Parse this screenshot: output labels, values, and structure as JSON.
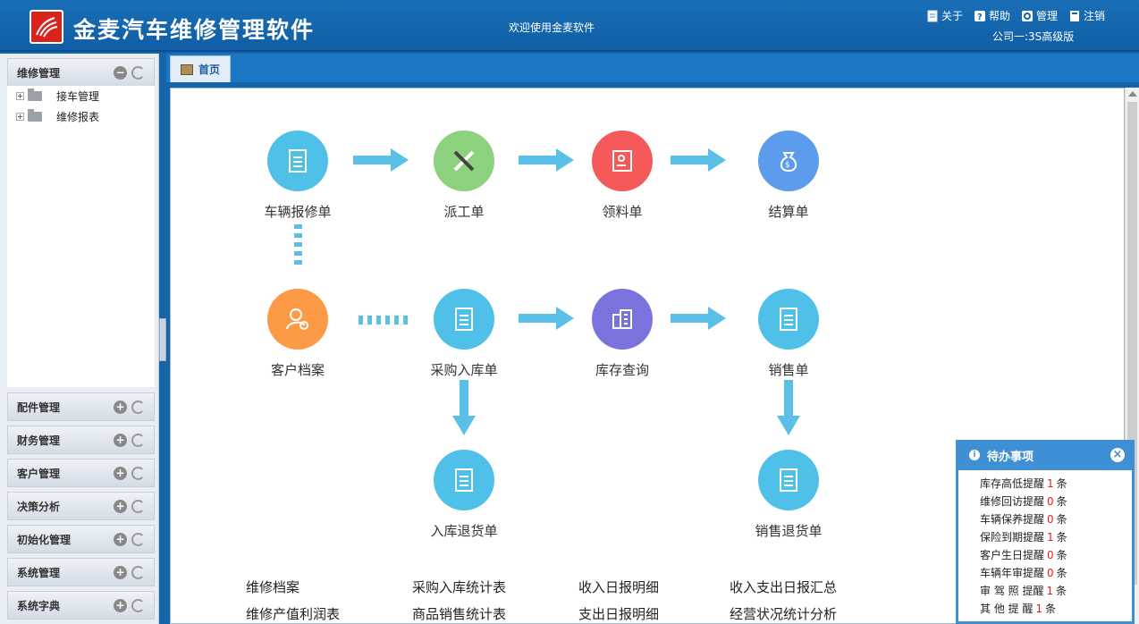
{
  "header": {
    "app_title": "金麦汽车维修管理软件",
    "welcome": "欢迎使用金麦软件",
    "menu": [
      "关于",
      "帮助",
      "管理",
      "注销"
    ],
    "company": "公司一:3S高级版"
  },
  "sidebar": {
    "active_section": "维修管理",
    "tree_items": [
      "接车管理",
      "维修报表"
    ],
    "sections": [
      "配件管理",
      "财务管理",
      "客户管理",
      "决策分析",
      "初始化管理",
      "系统管理",
      "系统字典"
    ]
  },
  "tabs": [
    "首页"
  ],
  "flow": {
    "nodes": {
      "repair_order": "车辆报修单",
      "dispatch": "派工单",
      "material": "领料单",
      "settlement": "结算单",
      "customer": "客户档案",
      "purchase_in": "采购入库单",
      "inventory": "库存查询",
      "sales": "销售单",
      "purchase_return": "入库退货单",
      "sales_return": "销售退货单"
    },
    "colors": {
      "blue": "#4fc1e9",
      "green": "#8cd17d",
      "red": "#f5595a",
      "royal": "#5d9cec",
      "orange": "#fc9a45",
      "purple": "#7b73dd",
      "arrow": "#5bc0e8"
    }
  },
  "links": [
    [
      "维修档案",
      "采购入库统计表",
      "收入日报明细",
      "收入支出日报汇总"
    ],
    [
      "维修产值利润表",
      "商品销售统计表",
      "支出日报明细",
      "经营状况统计分析"
    ]
  ],
  "todo": {
    "title": "待办事项",
    "unit": "条",
    "items": [
      {
        "label": "库存高低提醒",
        "count": "1"
      },
      {
        "label": "维修回访提醒",
        "count": "0"
      },
      {
        "label": "车辆保养提醒",
        "count": "0"
      },
      {
        "label": "保险到期提醒",
        "count": "1"
      },
      {
        "label": "客户生日提醒",
        "count": "0"
      },
      {
        "label": "车辆年审提醒",
        "count": "0"
      },
      {
        "label": "审 驾 照 提醒",
        "count": "1"
      },
      {
        "label": "其 他 提 醒",
        "count": "1"
      }
    ]
  }
}
